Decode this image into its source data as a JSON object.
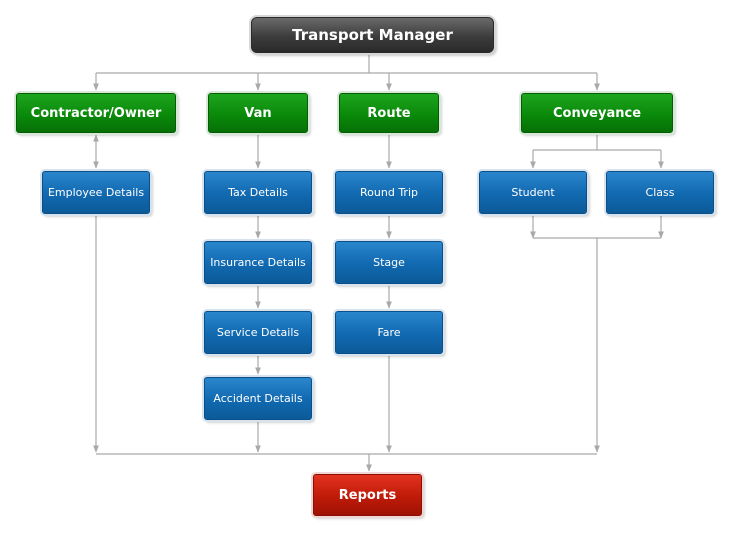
{
  "title": "Transport Manager",
  "categories": {
    "contractor": "Contractor/Owner",
    "van": "Van",
    "route": "Route",
    "conveyance": "Conveyance"
  },
  "details": {
    "employee": "Employee Details",
    "tax": "Tax Details",
    "insurance": "Insurance Details",
    "service": "Service Details",
    "accident": "Accident Details",
    "round_trip": "Round Trip",
    "stage": "Stage",
    "fare": "Fare",
    "student": "Student",
    "class": "Class"
  },
  "output": "Reports",
  "colors": {
    "root": "#3c3c3c",
    "category": "#0a8a0a",
    "detail": "#1169b0",
    "output": "#bf1a08",
    "connector": "#a9a9a9"
  }
}
